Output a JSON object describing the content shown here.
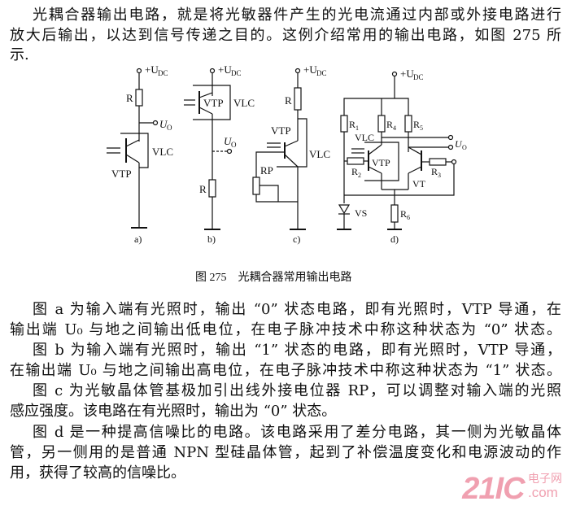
{
  "intro": {
    "lines": [
      "光耦合器输出电路，就是将光敏器件产生的光电流通过内部或外接电路进行",
      "放大后输出，以达到信号传递之目的。这例介绍常用的输出电路，如图 275 所",
      "示."
    ]
  },
  "figure": {
    "caption": "图 275　光耦合器常用输出电路",
    "supply": "+U",
    "supply_sub": "DC",
    "output": "U",
    "output_sub": "O",
    "a": {
      "label": "a)",
      "r": "R",
      "vlc": "VLC",
      "vtp": "VTP"
    },
    "b": {
      "label": "b)",
      "r": "R",
      "vlc": "VLC",
      "vtp": "VTP"
    },
    "c": {
      "label": "c)",
      "r": "R",
      "vlc": "VLC",
      "vtp": "VTP",
      "rp": "RP"
    },
    "d": {
      "label": "d)",
      "r1": "R",
      "r1_sub": "1",
      "r2": "R",
      "r2_sub": "2",
      "r3": "R",
      "r3_sub": "3",
      "r4": "R",
      "r4_sub": "4",
      "r5": "R",
      "r5_sub": "5",
      "r6": "R",
      "r6_sub": "6",
      "vlc": "VLC",
      "vtp": "VTP",
      "vt": "VT",
      "vs": "VS"
    }
  },
  "body": {
    "lines": [
      "图 a 为输入端有光照时，输出 “0” 状态电路，即有光照时，VTP 导通，在",
      "输出端 U₀ 与地之间输出低电位，在电子脉冲技术中称这种状态为 “0” 状态。",
      "图 b 为输入端有光照时，输出 “1” 状态的电路，即有光照时，VTP 导通，",
      "在输出端 U₀ 与地之间输出高电位，在电子脉冲技术中称这种状态为 “1” 状态。",
      "图 c 为光敏晶体管基极加引出线外接电位器 RP，可以调整对输入端的光照",
      "感应强度。该电路在有光照时，输出为 “0” 状态。",
      "图 d 是一种提高信噪比的电路。该电路采用了差分电路，其一侧为光敏晶体",
      "管，另一侧用的是普通 NPN 型硅晶体管，起到了补偿温度变化和电源波动的作",
      "用，获得了较高的信噪比。"
    ]
  },
  "watermark": {
    "brand": "21IC",
    "site": "电子网",
    "domain": ".com"
  }
}
